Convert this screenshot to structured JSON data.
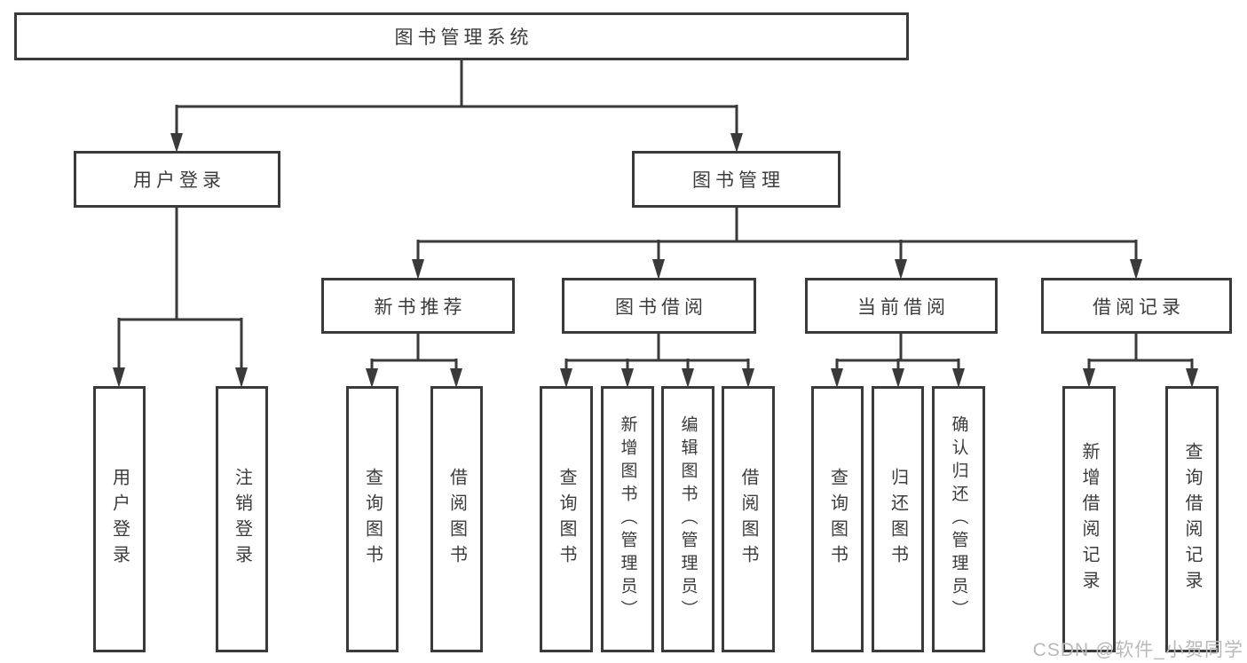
{
  "tree": {
    "root": "图书管理系统",
    "branches": [
      {
        "label": "用户登录",
        "children": [
          "用户登录",
          "注销登录"
        ]
      },
      {
        "label": "图书管理",
        "children": [
          {
            "label": "新书推荐",
            "children": [
              "查询图书",
              "借阅图书"
            ]
          },
          {
            "label": "图书借阅",
            "children": [
              "查询图书",
              "新增图书（管理员）",
              "编辑图书（管理员）",
              "借阅图书"
            ]
          },
          {
            "label": "当前借阅",
            "children": [
              "查询图书",
              "归还图书",
              "确认归还（管理员）"
            ]
          },
          {
            "label": "借阅记录",
            "children": [
              "新增借阅记录",
              "查询借阅记录"
            ]
          }
        ]
      }
    ]
  },
  "watermark": {
    "text": "CSDN @软件_小贺同学"
  },
  "colors": {
    "line": "#3a3a3a",
    "text": "#3c3c3c",
    "watermark": "#b9b9b9",
    "background": "#ffffff"
  }
}
